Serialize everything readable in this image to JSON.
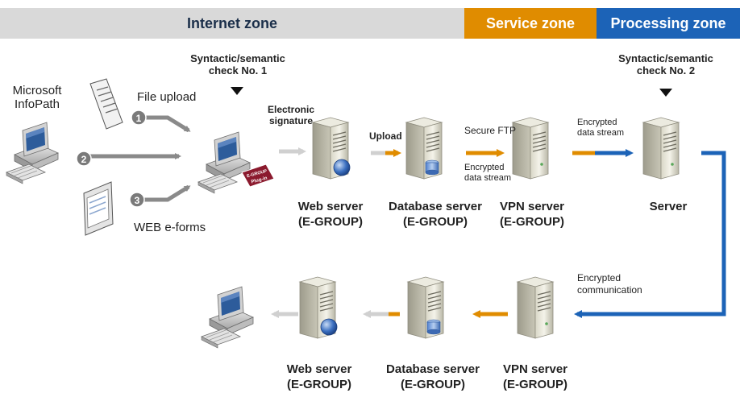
{
  "zones": {
    "internet": "Internet zone",
    "service": "Service zone",
    "processing": "Processing zone"
  },
  "labels": {
    "check1_line1": "Syntactic/semantic",
    "check1_line2": "check No. 1",
    "check2_line1": "Syntactic/semantic",
    "check2_line2": "check No. 2",
    "microsoft_line1": "Microsoft",
    "microsoft_line2": "InfoPath",
    "file_upload": "File upload",
    "web_eforms": "WEB e-forms",
    "electronic_line1": "Electronic",
    "electronic_line2": "signature",
    "upload": "Upload",
    "secure_ftp": "Secure FTP",
    "enc_stream_line1": "Encrypted",
    "enc_stream_line2": "data stream",
    "enc_stream2_line1": "Encrypted",
    "enc_stream2_line2": "data stream",
    "enc_comm_line1": "Encrypted",
    "enc_comm_line2": "communication",
    "plugin_line1": "E-GROUP",
    "plugin_line2": "Plug-in",
    "step1": "1",
    "step2": "2",
    "step3": "3"
  },
  "servers_top": {
    "web_line1": "Web server",
    "web_line2": "(E-GROUP)",
    "db_line1": "Database server",
    "db_line2": "(E-GROUP)",
    "vpn_line1": "VPN server",
    "vpn_line2": "(E-GROUP)",
    "server": "Server"
  },
  "servers_bottom": {
    "web_line1": "Web server",
    "web_line2": "(E-GROUP)",
    "db_line1": "Database server",
    "db_line2": "(E-GROUP)",
    "vpn_line1": "VPN server",
    "vpn_line2": "(E-GROUP)"
  },
  "colors": {
    "grey_zone": "#d9d9d9",
    "orange": "#e08c00",
    "blue": "#1c63b7",
    "arrow_grey": "#8a8a8a",
    "arrow_light": "#d0d0d0"
  }
}
